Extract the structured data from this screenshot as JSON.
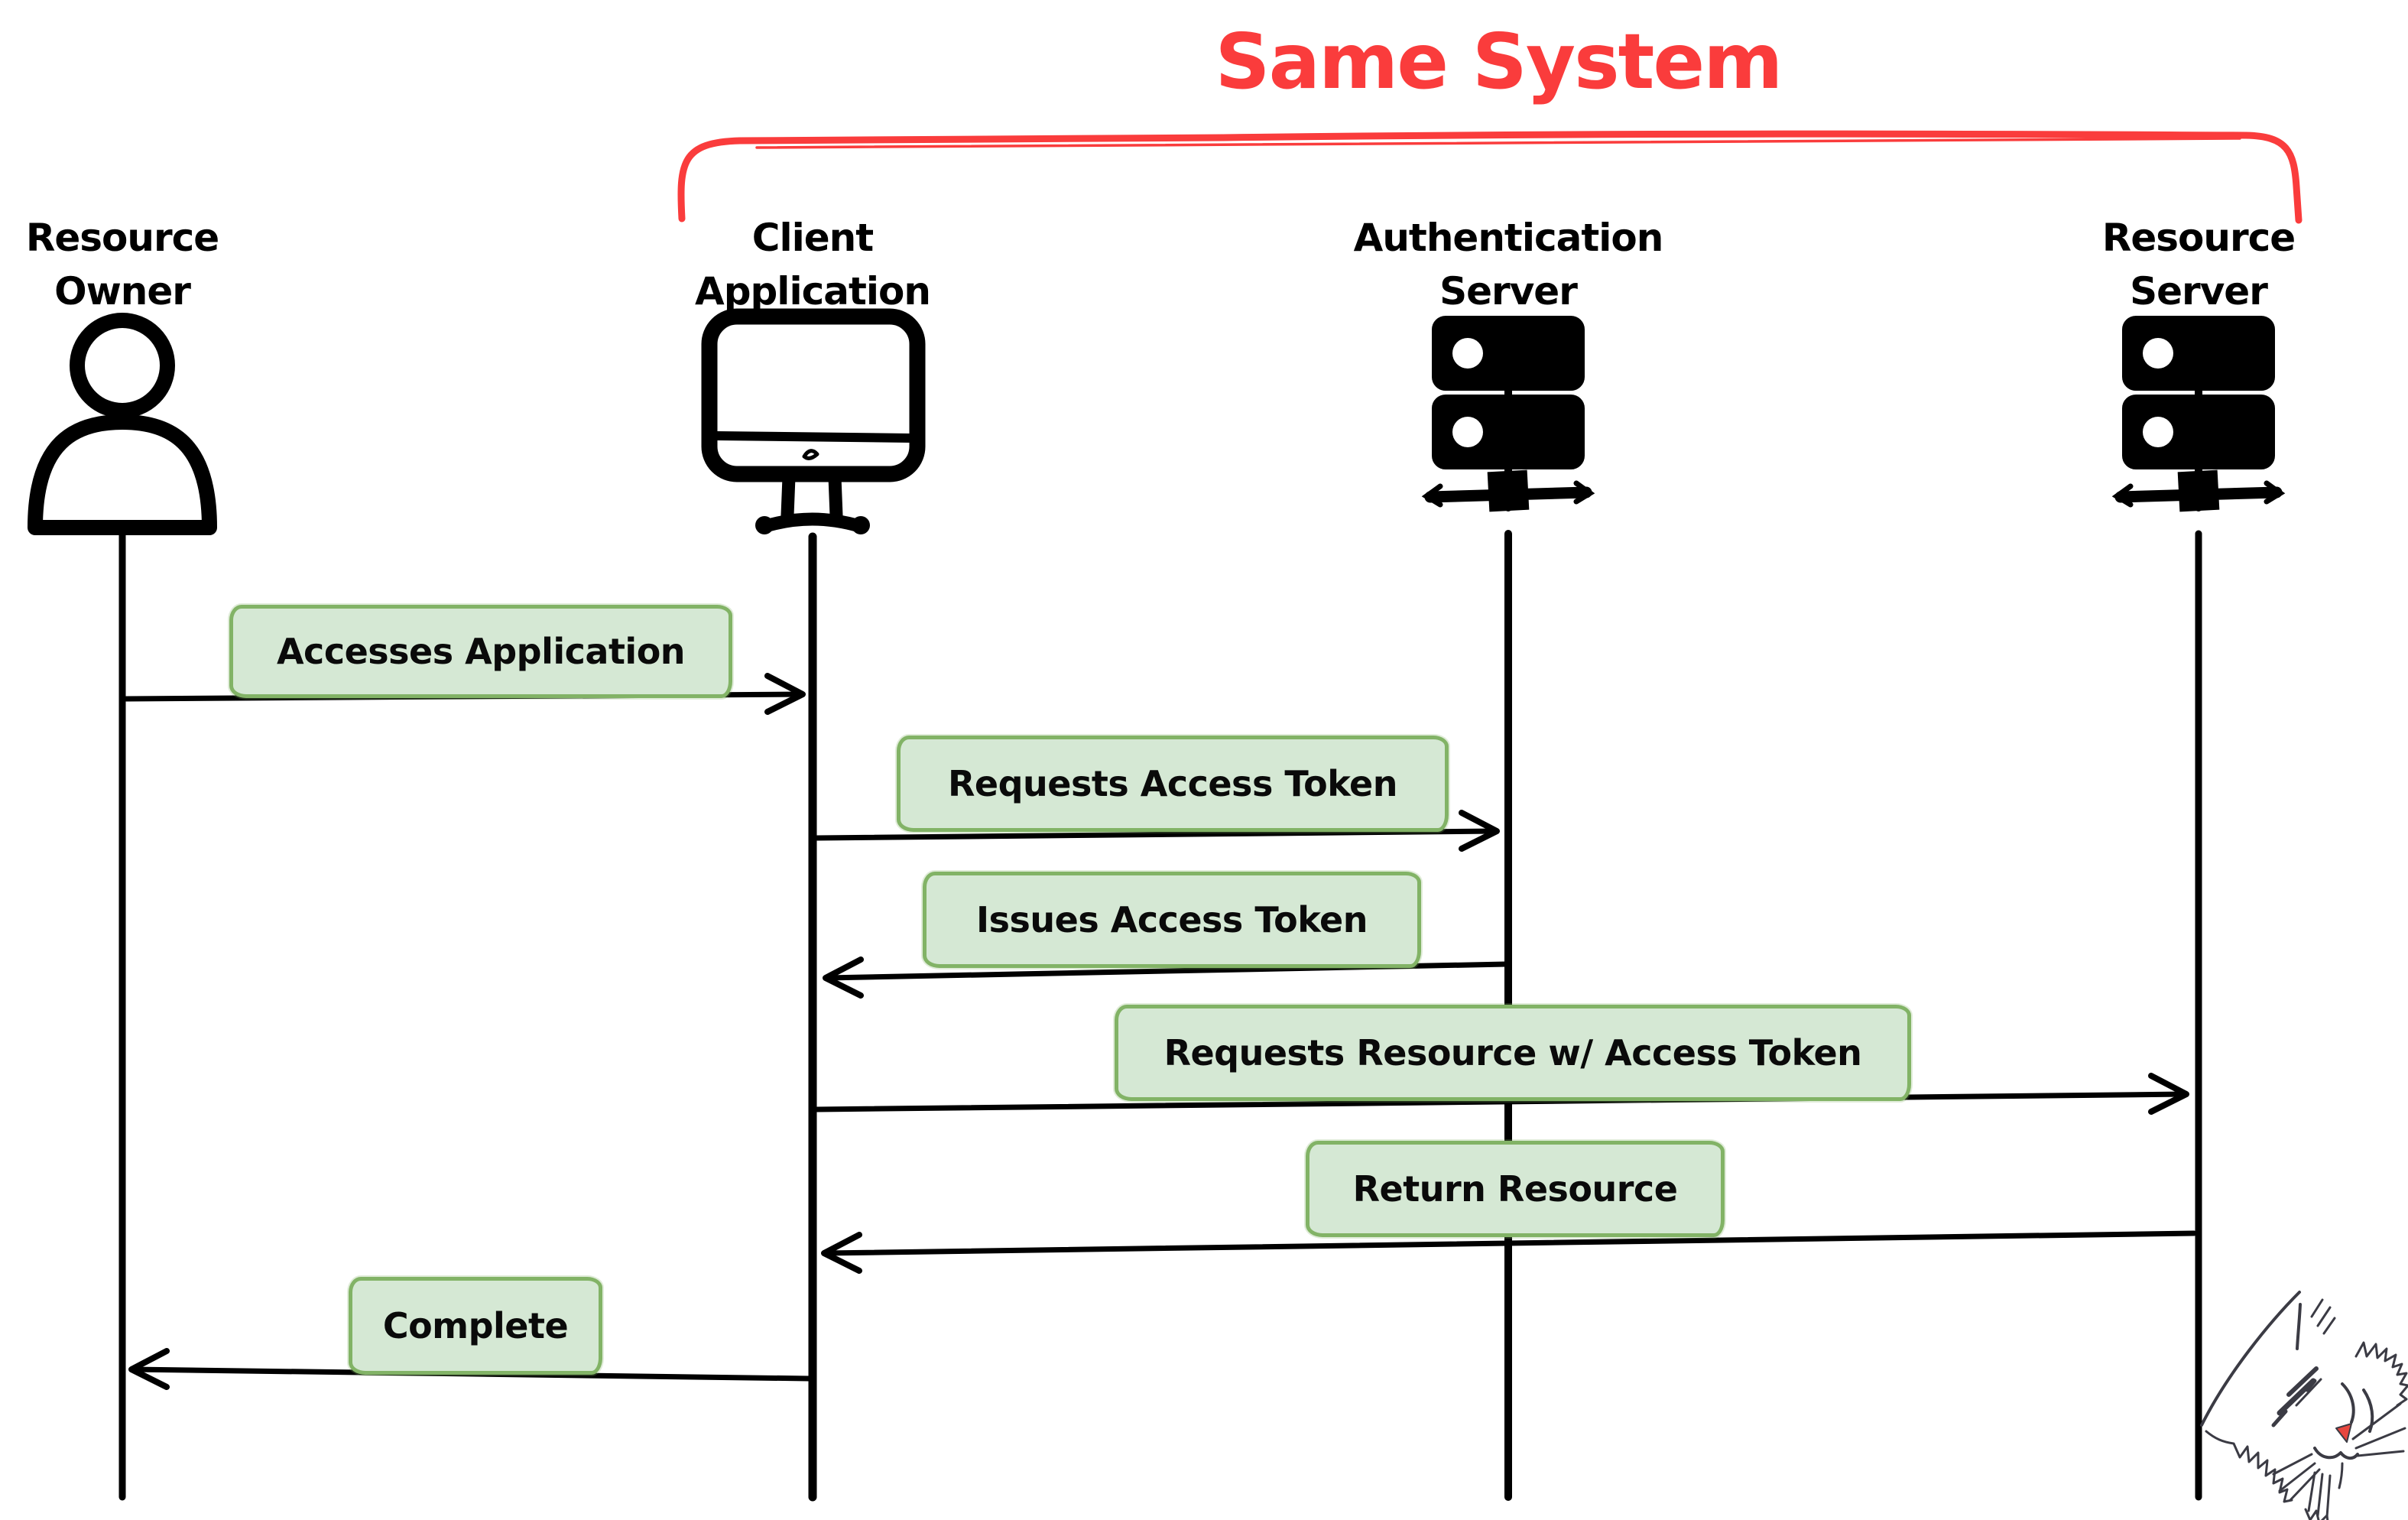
{
  "title": {
    "text": "Same System"
  },
  "actors": [
    {
      "id": "resource-owner",
      "line1": "Resource",
      "line2": "Owner",
      "icon": "person-icon"
    },
    {
      "id": "client-application",
      "line1": "Client",
      "line2": "Application",
      "icon": "monitor-icon"
    },
    {
      "id": "authentication-server",
      "line1": "Authentication",
      "line2": "Server",
      "icon": "server-icon"
    },
    {
      "id": "resource-server",
      "line1": "Resource",
      "line2": "Server",
      "icon": "server-icon"
    }
  ],
  "messages": [
    {
      "label": "Accesses Application",
      "from": "Resource Owner",
      "to": "Client Application",
      "direction": "right"
    },
    {
      "label": "Requests Access Token",
      "from": "Client Application",
      "to": "Authentication Server",
      "direction": "right"
    },
    {
      "label": "Issues Access Token",
      "from": "Authentication Server",
      "to": "Client Application",
      "direction": "left"
    },
    {
      "label": "Requests Resource w/ Access Token",
      "from": "Client Application",
      "to": "Resource Server",
      "direction": "right"
    },
    {
      "label": "Return Resource",
      "from": "Resource Server",
      "to": "Client Application",
      "direction": "left"
    },
    {
      "label": "Complete",
      "from": "Client Application",
      "to": "Resource Owner",
      "direction": "left"
    }
  ],
  "decorations": {
    "cat_doodle": "cat-face-sketch"
  },
  "colors": {
    "title_red": "#fa3c3c",
    "bracket_red": "#fa3c3c",
    "box_fill": "#d5e8d4",
    "box_border": "#82b366",
    "line_black": "#000000",
    "cat_stroke": "#3b3b44",
    "cat_nose": "#e8473f"
  }
}
